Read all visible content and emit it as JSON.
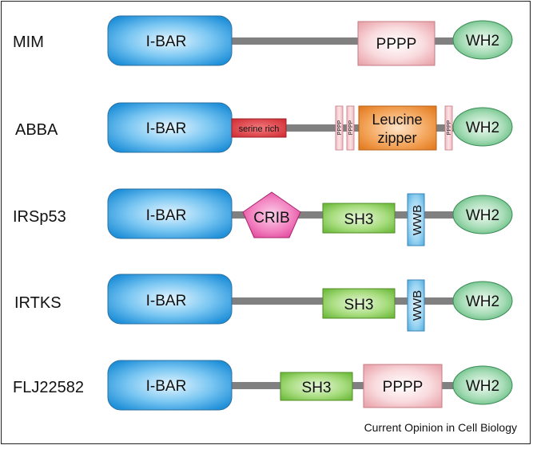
{
  "proteins": [
    {
      "name": "MIM",
      "domains": {
        "ibar": "I-BAR",
        "pppp": "PPPP",
        "wh2": "WH2"
      }
    },
    {
      "name": "ABBA",
      "domains": {
        "ibar": "I-BAR",
        "serine": "serine rich",
        "leucine_line1": "Leucine",
        "leucine_line2": "zipper",
        "pppp_small": "PPPP",
        "wh2": "WH2"
      }
    },
    {
      "name": "IRSp53",
      "domains": {
        "ibar": "I-BAR",
        "crib": "CRIB",
        "sh3": "SH3",
        "wwb": "WWB",
        "wh2": "WH2"
      }
    },
    {
      "name": "IRTKS",
      "domains": {
        "ibar": "I-BAR",
        "sh3": "SH3",
        "wwb": "WWB",
        "wh2": "WH2"
      }
    },
    {
      "name": "FLJ22582",
      "domains": {
        "ibar": "I-BAR",
        "sh3": "SH3",
        "pppp": "PPPP",
        "wh2": "WH2"
      }
    }
  ],
  "credit": "Current Opinion in Cell Biology",
  "colors": {
    "ibar": "#3aa0e2",
    "wh2": "#7dca93",
    "pppp": "#f4c4c8",
    "sh3": "#8fd160",
    "wwb": "#84c8ef",
    "crib": "#ee5aa8",
    "leucine": "#ee8e3a",
    "serine": "#d9333b",
    "linker": "#808080"
  }
}
